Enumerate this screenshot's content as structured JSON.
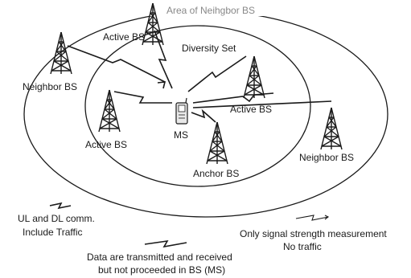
{
  "diagram": {
    "area_label": "Area of Neihgbor BS",
    "diversity_label": "Diversity Set",
    "ms_label": "MS",
    "towers": {
      "active_top": "Active BS",
      "neighbor_left": "Neighbor BS",
      "active_left": "Active BS",
      "active_right": "Active BS",
      "anchor": "Anchor BS",
      "neighbor_right": "Neighbor BS"
    },
    "legend": {
      "comm_line1": "UL and DL comm.",
      "comm_line2": "Include Traffic",
      "measure_line1": "Only signal strength measurement",
      "measure_line2": "No traffic",
      "data_line1": "Data are transmitted and received",
      "data_line2": "but not proceeded in BS (MS)"
    }
  }
}
